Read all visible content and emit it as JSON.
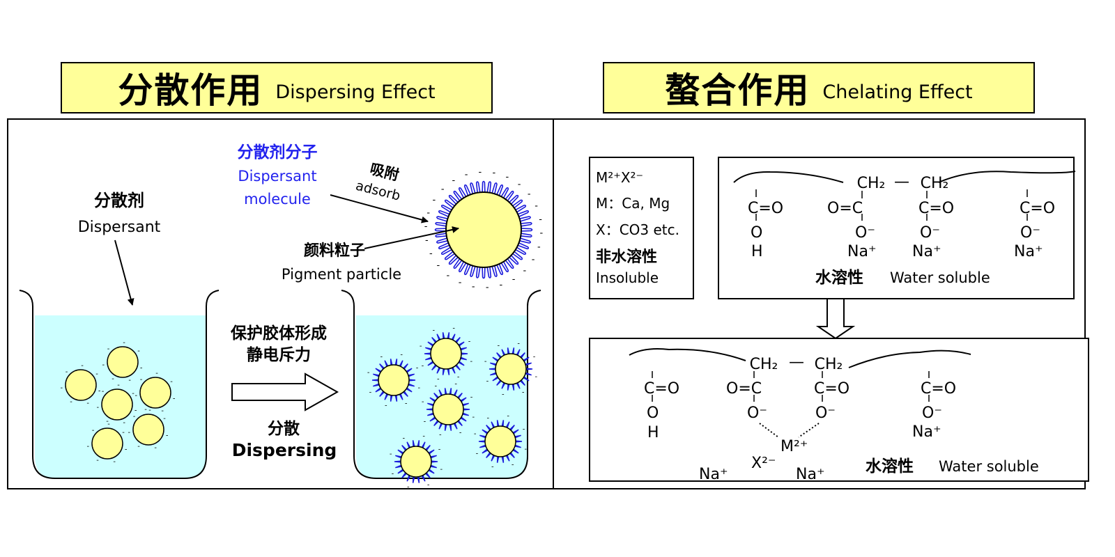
{
  "left_title": {
    "cn": "分散作用",
    "en": "Dispersing Effect"
  },
  "right_title": {
    "cn": "螯合作用",
    "en": "Chelating Effect"
  },
  "dispersing": {
    "dispersant_cn": "分散剂",
    "dispersant_en": "Dispersant",
    "molecule_cn": "分散剂分子",
    "molecule_en_1": "Dispersant",
    "molecule_en_2": "molecule",
    "adsorb_cn": "吸附",
    "adsorb_en": "adsorb",
    "pigment_cn": "颜料粒子",
    "pigment_en": "Pigment particle",
    "mechanism_1": "保护胶体形成",
    "mechanism_2": "静电斥力",
    "process_cn": "分散",
    "process_en": "Dispersing",
    "charge": "-"
  },
  "chelating": {
    "salt_formula": "M²⁺X²⁻",
    "salt_m": "M：Ca, Mg",
    "salt_x": "X：CO3 etc.",
    "insoluble_cn": "非水溶性",
    "insoluble_en": "Insoluble",
    "soluble_cn": "水溶性",
    "soluble_en": "Water soluble",
    "ch2": "CH₂",
    "dash": "—",
    "c": "C",
    "o": "O",
    "h": "H",
    "co_right": "C=O",
    "co_left": "O=C",
    "o_minus": "O⁻",
    "na": "Na⁺",
    "metal": "M²⁺",
    "anion": "X²⁻"
  },
  "colors": {
    "title_fill": "#ffff99",
    "liquid": "#ccffff",
    "particle": "#ffff99",
    "dispersant_blue": "#1a1adb",
    "label_blue": "#2222ee"
  }
}
